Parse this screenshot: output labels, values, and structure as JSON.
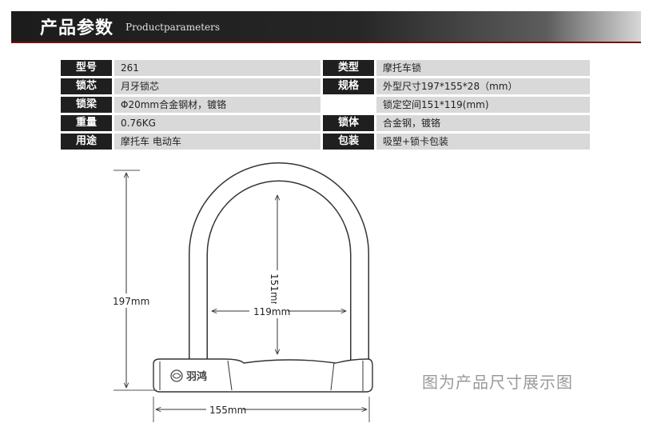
{
  "header": {
    "title_cn": "产品参数",
    "title_en": "Productparameters"
  },
  "specs": [
    {
      "label": "型号",
      "value": "261",
      "label2": "类型",
      "value2": "摩托车锁"
    },
    {
      "label": "锁芯",
      "value": "月牙锁芯",
      "label2": "规格",
      "value2": "外型尺寸197*155*28（mm）"
    },
    {
      "label": "锁梁",
      "value": "Φ20mm合金钢材，镀铬",
      "label2": "",
      "value2": "锁定空间151*119(mm)"
    },
    {
      "label": "重量",
      "value": "0.76KG",
      "label2": "锁体",
      "value2": "合金钢，镀铬"
    },
    {
      "label": "用途",
      "value": "摩托车 电动车",
      "label2": "包装",
      "value2": "吸塑+锁卡包装"
    }
  ],
  "dimensions": {
    "height": "197mm",
    "width": "155mm",
    "inner_height": "151mm",
    "inner_width": "119mm"
  },
  "brand_logo_text": "羽鸿",
  "caption": "图为产品尺寸展示图",
  "colors": {
    "label_bg": "#1f1f1f",
    "value_bg": "#d9d9d9",
    "header_accent": "#7a0e0e"
  }
}
